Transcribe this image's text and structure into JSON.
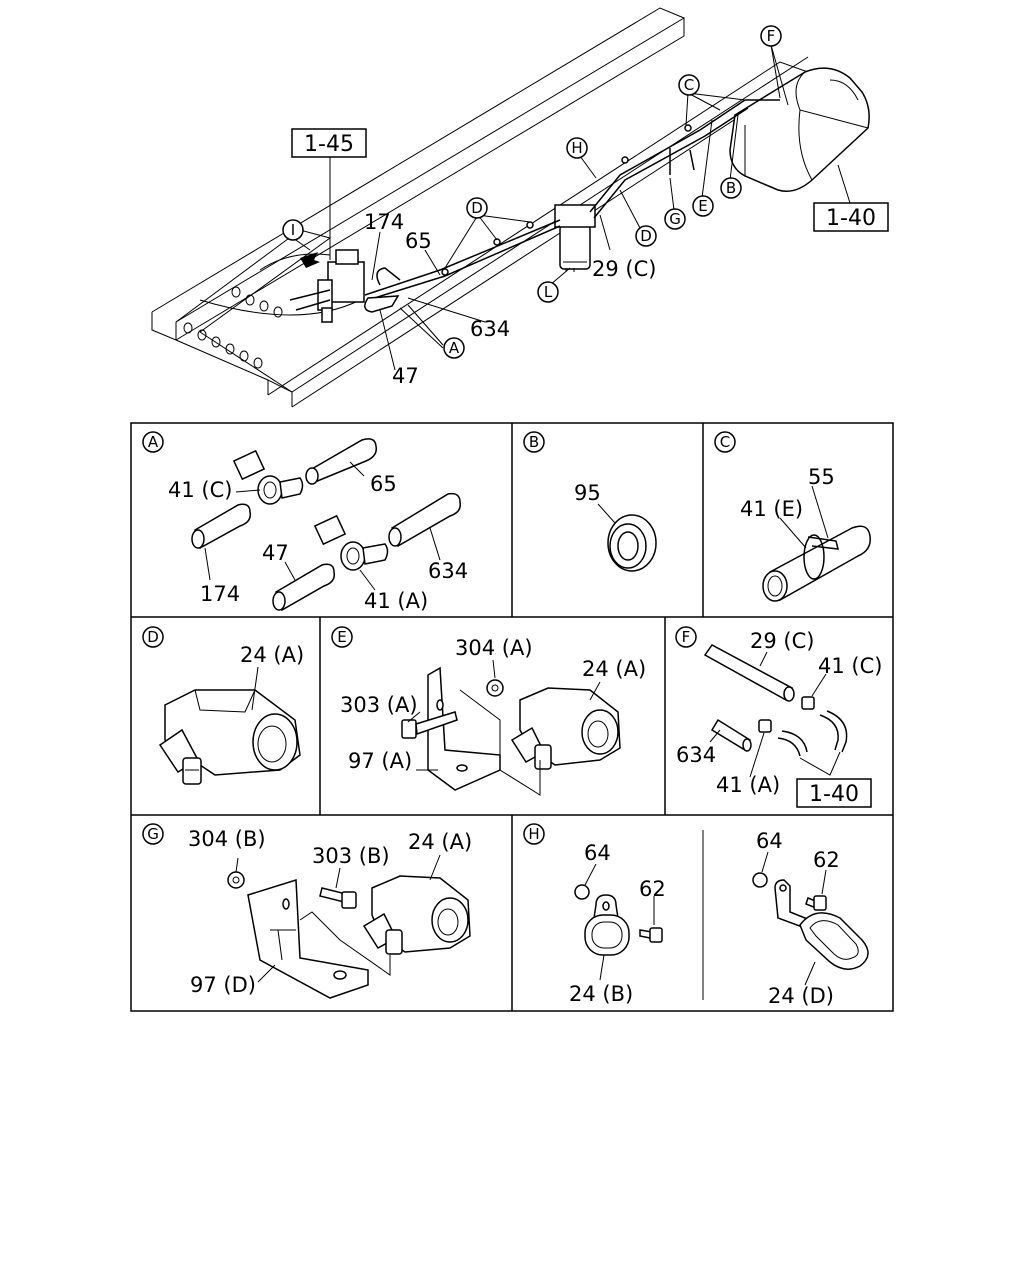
{
  "main_view": {
    "labels": {
      "ref_1_45": "1-45",
      "ref_1_40": "1-40",
      "p174": "174",
      "p65": "65",
      "p634": "634",
      "p47": "47",
      "p29c": "29 (C)"
    },
    "circles": {
      "I": "I",
      "D": "D",
      "A": "A",
      "L": "L",
      "H": "H",
      "C": "C",
      "F": "F",
      "G": "G",
      "E": "E",
      "B": "B",
      "D2": "D"
    }
  },
  "panels": {
    "A": {
      "letter": "A",
      "labels": [
        "41 (C)",
        "65",
        "174",
        "47",
        "634",
        "41 (A)"
      ]
    },
    "B": {
      "letter": "B",
      "labels": [
        "95"
      ]
    },
    "C": {
      "letter": "C",
      "labels": [
        "55",
        "41 (E)"
      ]
    },
    "D": {
      "letter": "D",
      "labels": [
        "24 (A)"
      ]
    },
    "E": {
      "letter": "E",
      "labels": [
        "304 (A)",
        "24 (A)",
        "303 (A)",
        "97 (A)"
      ]
    },
    "F": {
      "letter": "F",
      "labels": [
        "29 (C)",
        "41 (C)",
        "634",
        "41 (A)",
        "1-40"
      ]
    },
    "G": {
      "letter": "G",
      "labels": [
        "304 (B)",
        "303 (B)",
        "24 (A)",
        "97 (D)"
      ]
    },
    "H": {
      "letter": "H",
      "labels": [
        "64",
        "62",
        "24 (B)",
        "64",
        "62",
        "24 (D)"
      ]
    }
  }
}
